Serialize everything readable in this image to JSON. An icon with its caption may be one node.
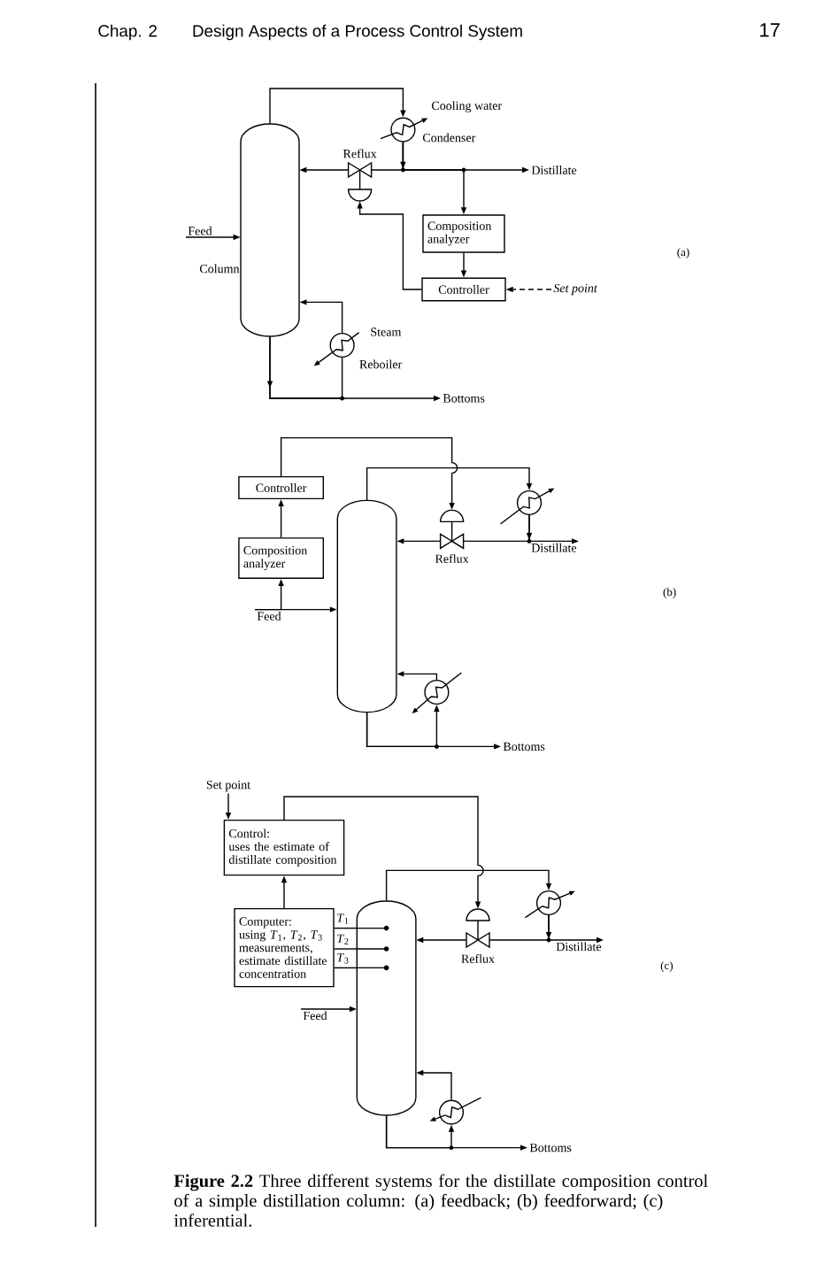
{
  "diagram": {
    "caption": "**Figure 2.2** Three different systems for the distillate composition control of a simple distillation column: (a) feedback; (b) feedforward; (c) inferential.",
    "nodes": [
      {
        "text": [],
        "shape": "cylinder",
        "beside": [
          "Column"
        ]
      },
      {
        "text": [
          "Feed"
        ]
      },
      {
        "text": [],
        "shape": "circle",
        "beside": [
          "Cooling water",
          "Condenser"
        ]
      },
      {
        "text": [],
        "shape": "valve",
        "beside": [
          "Reflux"
        ]
      },
      {
        "text": [
          "Distillate"
        ]
      },
      {
        "text": [
          "Composition analyzer"
        ]
      },
      {
        "text": [
          "Controller"
        ]
      },
      {
        "text": [
          "Set point"
        ]
      },
      {
        "text": [],
        "shape": "circle",
        "beside": [
          "Steam",
          "Reboiler"
        ]
      },
      {
        "text": [
          "Bottoms"
        ]
      },
      {
        "text": [
          "Controller"
        ]
      },
      {
        "text": [
          "Composition analyzer"
        ]
      },
      {
        "text": [
          "Feed"
        ]
      },
      {
        "text": [],
        "shape": "cylinder"
      },
      {
        "text": [],
        "shape": "circle"
      },
      {
        "text": [],
        "shape": "valve",
        "beside": [
          "Reflux"
        ]
      },
      {
        "text": [
          "Distillate"
        ]
      },
      {
        "text": [],
        "shape": "circle"
      },
      {
        "text": [
          "Bottoms"
        ]
      },
      {
        "text": [
          "Set point"
        ]
      },
      {
        "text": [
          "Control:",
          "uses the estimate of distillate composition"
        ]
      },
      {
        "text": [
          "Computer:",
          "using *T*$_{1}$, *T*$_{2}$, *T*$_{3}$ measurements, estimate distillate concentration"
        ]
      },
      {
        "text": [],
        "shape": "cylinder"
      },
      {
        "text": [],
        "shape": "circle"
      },
      {
        "text": [],
        "shape": "valve",
        "beside": [
          "Reflux"
        ]
      },
      {
        "text": [
          "Distillate"
        ]
      },
      {
        "text": [
          "Feed"
        ]
      },
      {
        "text": [],
        "shape": "circle"
      },
      {
        "text": [
          "Bottoms"
        ]
      }
    ],
    "edges": [
      {
        "from": 1,
        "to": 0,
        "arrow": "to"
      },
      {
        "from": 0,
        "to": 2,
        "arrow": "to"
      },
      {
        "from": 2,
        "to": 3,
        "arrow": "none"
      },
      {
        "from": 3,
        "to": 0,
        "arrow": "to"
      },
      {
        "from": 2,
        "to": 4,
        "arrow": "to"
      },
      {
        "from": 2,
        "to": 5,
        "arrow": "to"
      },
      {
        "from": 5,
        "to": 6,
        "arrow": "to"
      },
      {
        "from": 7,
        "to": 6,
        "arrow": "to",
        "style": "dashed"
      },
      {
        "from": 6,
        "to": 3,
        "arrow": "to"
      },
      {
        "from": 0,
        "to": 9,
        "arrow": "to"
      },
      {
        "from": 0,
        "to": 8,
        "arrow": "none"
      },
      {
        "from": 8,
        "to": 0,
        "arrow": "to"
      },
      {
        "from": 12,
        "to": 13,
        "arrow": "to"
      },
      {
        "from": 12,
        "to": 11,
        "arrow": "to"
      },
      {
        "from": 11,
        "to": 10,
        "arrow": "to"
      },
      {
        "from": 10,
        "to": 15,
        "arrow": "to"
      },
      {
        "from": 13,
        "to": 14,
        "arrow": "to"
      },
      {
        "from": 14,
        "to": 15,
        "arrow": "none"
      },
      {
        "from": 15,
        "to": 13,
        "arrow": "to"
      },
      {
        "from": 14,
        "to": 16,
        "arrow": "to"
      },
      {
        "from": 13,
        "to": 18,
        "arrow": "to"
      },
      {
        "from": 13,
        "to": 17,
        "arrow": "to"
      },
      {
        "from": 17,
        "to": 13,
        "arrow": "to"
      },
      {
        "from": 19,
        "to": 20,
        "arrow": "to"
      },
      {
        "from": 21,
        "to": 20,
        "arrow": "to"
      },
      {
        "from": 20,
        "to": 24,
        "arrow": "to"
      },
      {
        "from": 22,
        "to": 21,
        "arrow": "none",
        "label": "*T*$_{1}$"
      },
      {
        "from": 22,
        "to": 21,
        "arrow": "none",
        "label": "*T*$_{2}$"
      },
      {
        "from": 22,
        "to": 21,
        "arrow": "none",
        "label": "*T*$_{3}$"
      },
      {
        "from": 22,
        "to": 23,
        "arrow": "to"
      },
      {
        "from": 23,
        "to": 24,
        "arrow": "none"
      },
      {
        "from": 24,
        "to": 22,
        "arrow": "to"
      },
      {
        "from": 23,
        "to": 25,
        "arrow": "to"
      },
      {
        "from": 26,
        "to": 22,
        "arrow": "to"
      },
      {
        "from": 22,
        "to": 28,
        "arrow": "to"
      },
      {
        "from": 22,
        "to": 27,
        "arrow": "to"
      },
      {
        "from": 27,
        "to": 22,
        "arrow": "to"
      }
    ],
    "labels": [
      "Chap. 2",
      "Design Aspects of a Process Control System",
      "17",
      "(a)",
      "(b)",
      "(c)"
    ]
  }
}
